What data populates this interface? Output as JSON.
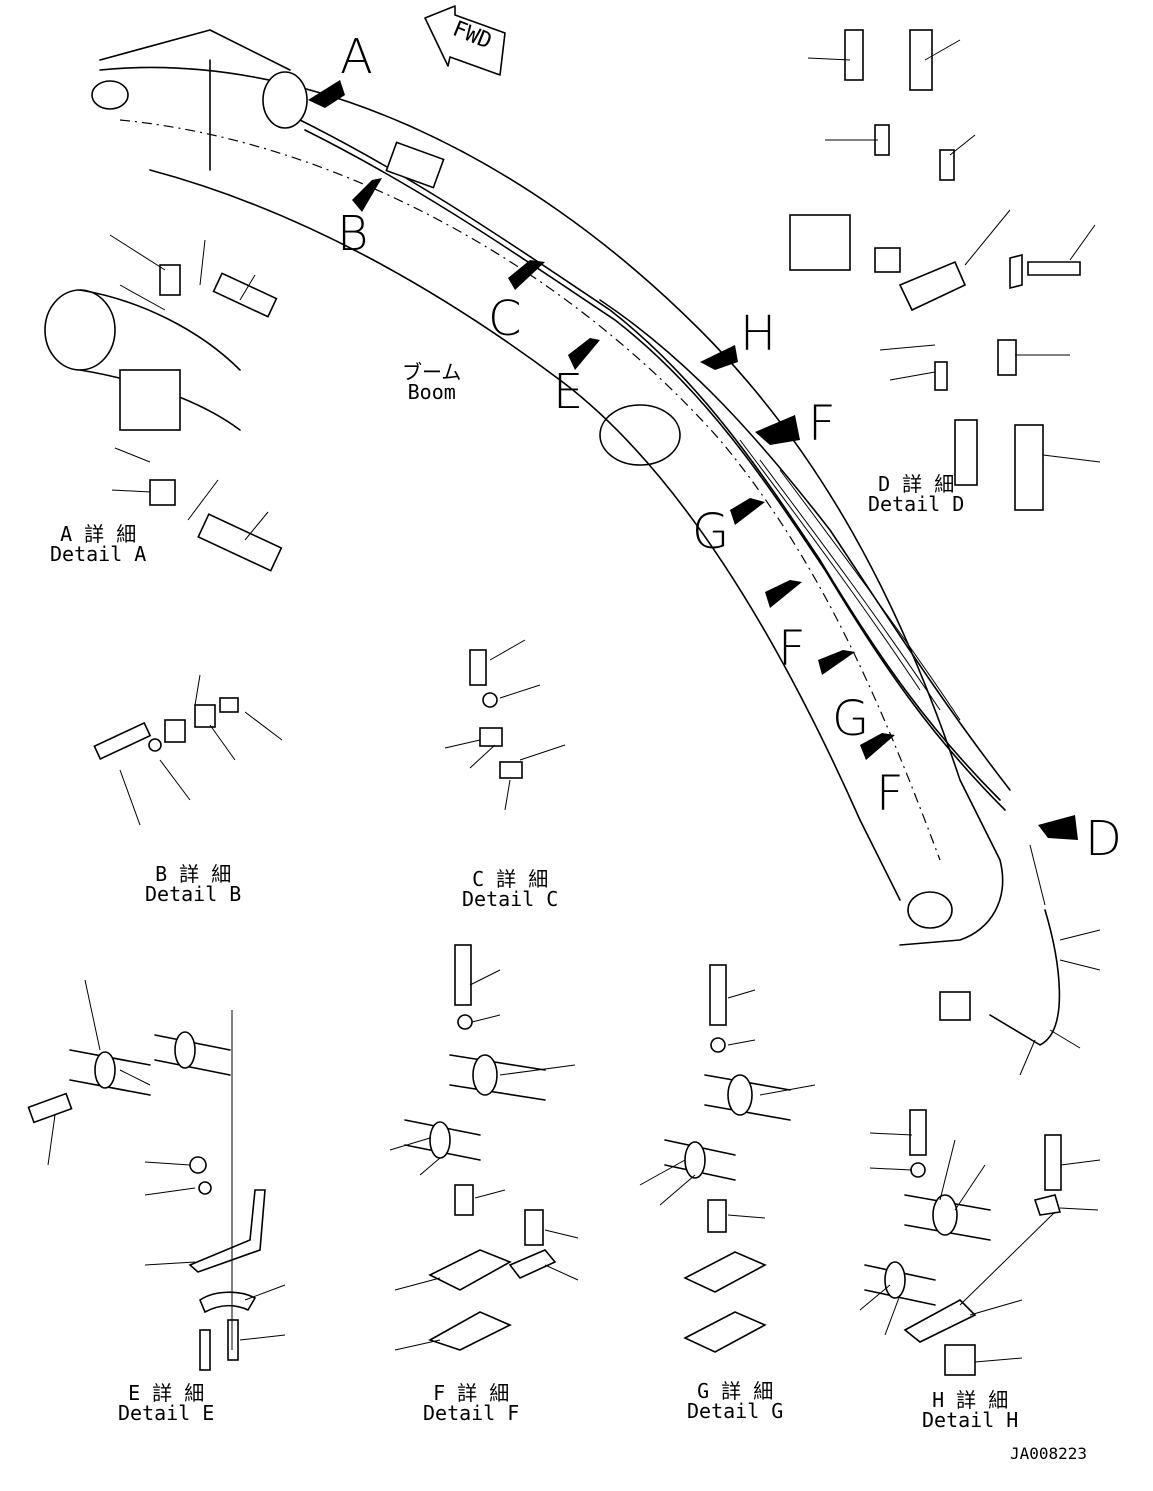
{
  "title_arrow": {
    "label": "FWD"
  },
  "boom_label": {
    "jp": "ブーム",
    "en": "Boom"
  },
  "callouts": [
    "A",
    "B",
    "C",
    "H",
    "E",
    "F",
    "G",
    "F",
    "G",
    "F",
    "D"
  ],
  "details": {
    "A": {
      "jp": "A 詳 細",
      "en": "Detail A"
    },
    "B": {
      "jp": "B 詳 細",
      "en": "Detail B"
    },
    "C": {
      "jp": "C 詳 細",
      "en": "Detail C"
    },
    "D": {
      "jp": "D 詳 細",
      "en": "Detail D"
    },
    "E": {
      "jp": "E 詳 細",
      "en": "Detail E"
    },
    "F": {
      "jp": "F 詳 細",
      "en": "Detail F"
    },
    "G": {
      "jp": "G 詳 細",
      "en": "Detail G"
    },
    "H": {
      "jp": "H 詳 細",
      "en": "Detail H"
    }
  },
  "drawing_number": "JA008223"
}
